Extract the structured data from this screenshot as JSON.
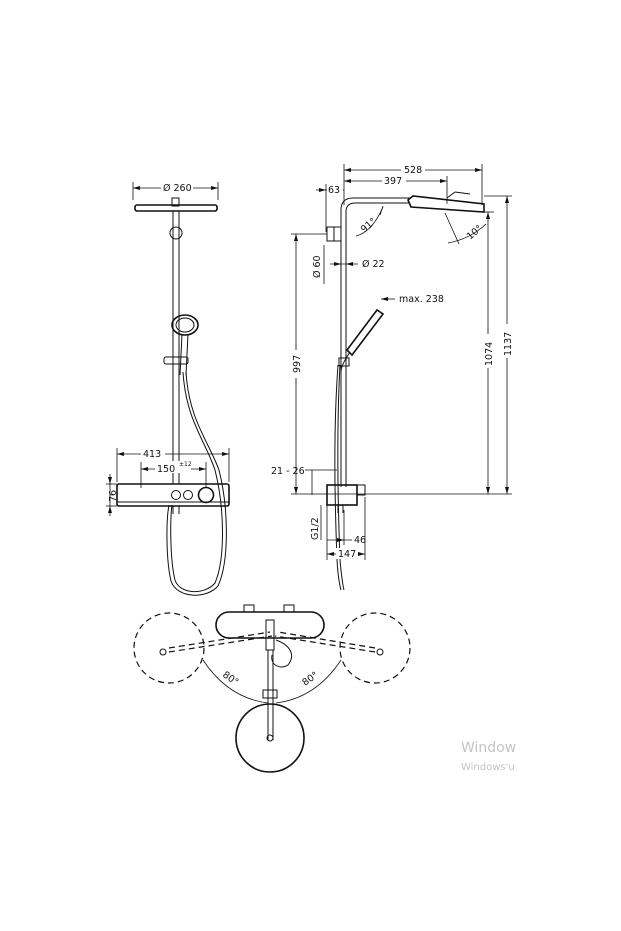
{
  "front_view": {
    "dims": {
      "head_diameter": "Ø 260",
      "total_width": "413",
      "center_spacing": "150",
      "center_spacing_tol": "±12",
      "thermostat_height": "76"
    }
  },
  "side_view": {
    "dims": {
      "arm_length": "528",
      "arm_offset": "397",
      "wall_offset": "63",
      "arm_angle": "91°",
      "head_tilt": "10°",
      "pipe_diameter": "Ø 22",
      "bracket_diameter": "Ø 60",
      "hand_shower_max": "max. 238",
      "bracket_height": "997",
      "arm_height": "1074",
      "total_height": "1137",
      "connection_offset": "21 - 26",
      "connection_thread": "G1/2",
      "depth_small": "46",
      "depth_total": "147"
    }
  },
  "top_view": {
    "dims": {
      "angle_left": "80°",
      "angle_right": "80°"
    }
  },
  "watermark": {
    "line1": "Window",
    "line2": "Windows'u"
  }
}
